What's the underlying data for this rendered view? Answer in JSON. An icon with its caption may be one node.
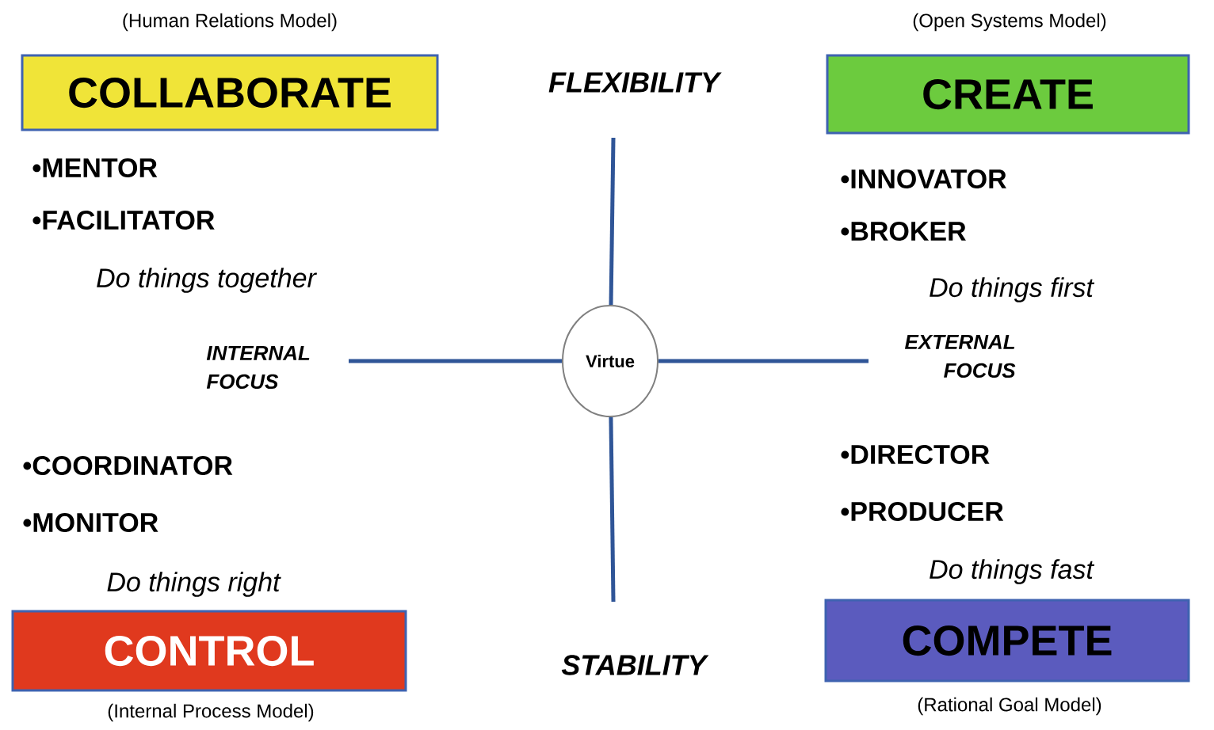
{
  "diagram": {
    "nodes": [
      {
        "text": [
          "COLLABORATE"
        ],
        "beside": [
          "(Human Relations Model)"
        ]
      },
      {
        "text": [
          "CREATE"
        ],
        "beside": [
          "(Open Systems Model)"
        ]
      },
      {
        "text": [
          "CONTROL"
        ],
        "beside": [
          "(Internal Process Model)"
        ]
      },
      {
        "text": [
          "COMPETE"
        ],
        "beside": [
          "(Rational Goal Model)"
        ]
      },
      {
        "text": [
          "Virtue"
        ]
      }
    ],
    "edges": [
      {
        "from": 4,
        "to": null,
        "arrow": "none"
      },
      {
        "from": 4,
        "to": null,
        "arrow": "none"
      },
      {
        "from": 4,
        "to": null,
        "arrow": "none"
      },
      {
        "from": 4,
        "to": null,
        "arrow": "none"
      }
    ],
    "labels": [
      "FLEXIBILITY",
      "•MENTOR",
      "•FACILITATOR",
      "Do things together",
      "•INNOVATOR",
      "•BROKER",
      "Do things first",
      "INTERNAL FOCUS",
      "EXTERNAL FOCUS",
      "•COORDINATOR",
      "•MONITOR",
      "Do things right",
      "•DIRECTOR",
      "•PRODUCER",
      "Do things fast",
      "STABILITY"
    ]
  }
}
